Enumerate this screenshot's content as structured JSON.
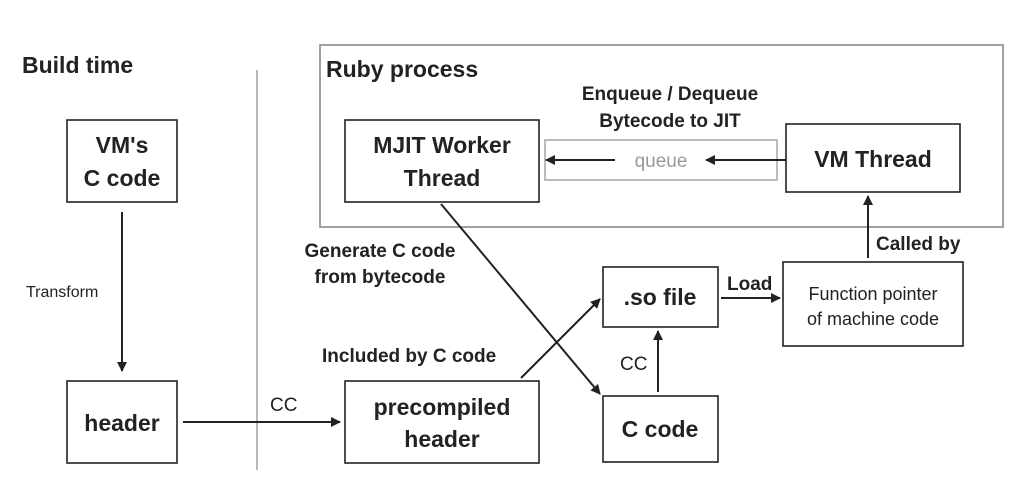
{
  "diagram": {
    "sections": {
      "build_time": "Build time",
      "ruby_process": "Ruby process"
    },
    "nodes": {
      "vm_c_code": [
        "VM's",
        "C code"
      ],
      "header": [
        "header"
      ],
      "precompiled_header": [
        "precompiled",
        "header"
      ],
      "mjit_worker": [
        "MJIT Worker",
        "Thread"
      ],
      "queue": [
        "queue"
      ],
      "vm_thread": [
        "VM Thread"
      ],
      "so_file": [
        ".so file"
      ],
      "c_code": [
        "C code"
      ],
      "function_pointer": [
        "Function pointer",
        "of machine code"
      ]
    },
    "edge_labels": {
      "transform": "Transform",
      "cc_header": "CC",
      "enqueue": [
        "Enqueue / Dequeue",
        "Bytecode to JIT"
      ],
      "generate": [
        "Generate C code",
        "from bytecode"
      ],
      "included": "Included by C code",
      "cc_so": "CC",
      "load": "Load",
      "called_by": "Called by"
    },
    "colors": {
      "stroke": "#222222",
      "queue_text": "#999999",
      "region_border": "#888888"
    }
  }
}
